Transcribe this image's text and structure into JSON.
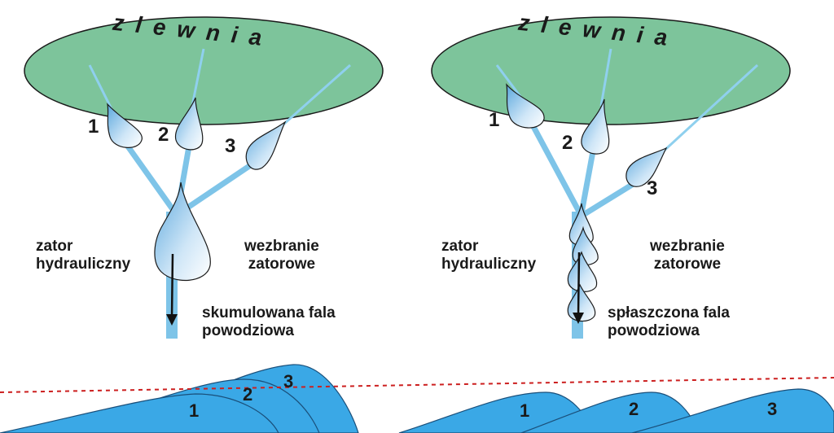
{
  "left": {
    "catchment_title": "zlewnia",
    "tributary_numbers": [
      "1",
      "2",
      "3"
    ],
    "jam_label": "zator\nhydrauliczny",
    "surge_label": "wezbranie\nzatorowe",
    "wave_label": "skumulowana fala\npowodziowa",
    "wave_numbers": [
      "1",
      "2",
      "3"
    ]
  },
  "right": {
    "catchment_title": "zlewnia",
    "tributary_numbers": [
      "1",
      "2",
      "3"
    ],
    "jam_label": "zator\nhydrauliczny",
    "surge_label": "wezbranie\nzatorowe",
    "wave_label": "spłaszczona fala\npowodziowa",
    "wave_numbers": [
      "1",
      "2",
      "3"
    ]
  },
  "colors": {
    "catchment_fill": "#7dc49b",
    "river": "#7ec4e8",
    "drop_dark": "#5aa7dd",
    "wave_fill": "#3aa8e6",
    "threshold_line": "#cc1f1f"
  }
}
